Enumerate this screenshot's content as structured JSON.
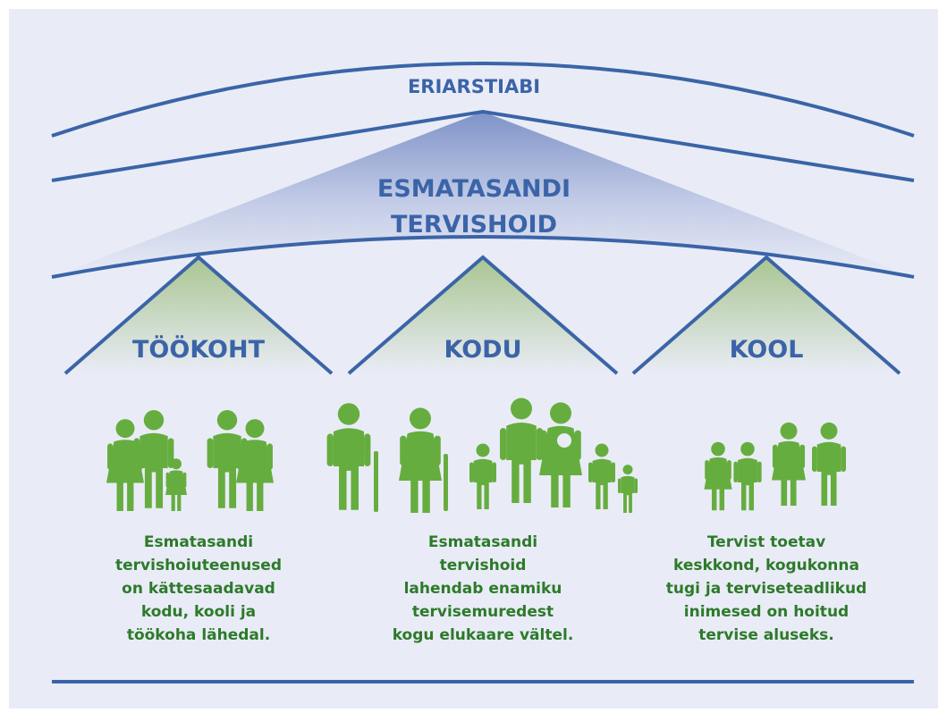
{
  "tiers": {
    "top": "ERIARSTIABI",
    "middle_line1": "ESMATASANDI",
    "middle_line2": "TERVISHOID"
  },
  "sections": [
    {
      "title": "TÖÖKOHT",
      "description": [
        "Esmatasandi",
        "tervishoiuteenused",
        "on kättesaadavad",
        "kodu, kooli ja",
        "töökoha lähedal."
      ]
    },
    {
      "title": "KODU",
      "description": [
        "Esmatasandi",
        "tervishoid",
        "lahendab enamiku",
        "tervisemuredest",
        "kogu elukaare vältel."
      ]
    },
    {
      "title": "KOOL",
      "description": [
        "Tervist toetav",
        "keskkond, kogukonna",
        "tugi ja terviseteadlikud",
        "inimesed on hoitud",
        "tervise aluseks."
      ]
    }
  ],
  "colors": {
    "background": "#e9ecf6",
    "line": "#3b64a8",
    "text": "#3b64a8",
    "figure": "#66ad3f",
    "description_text": "#2d7a2a",
    "mid_gradient": "#7f93c8",
    "roof_gradient": "#a9c591"
  }
}
